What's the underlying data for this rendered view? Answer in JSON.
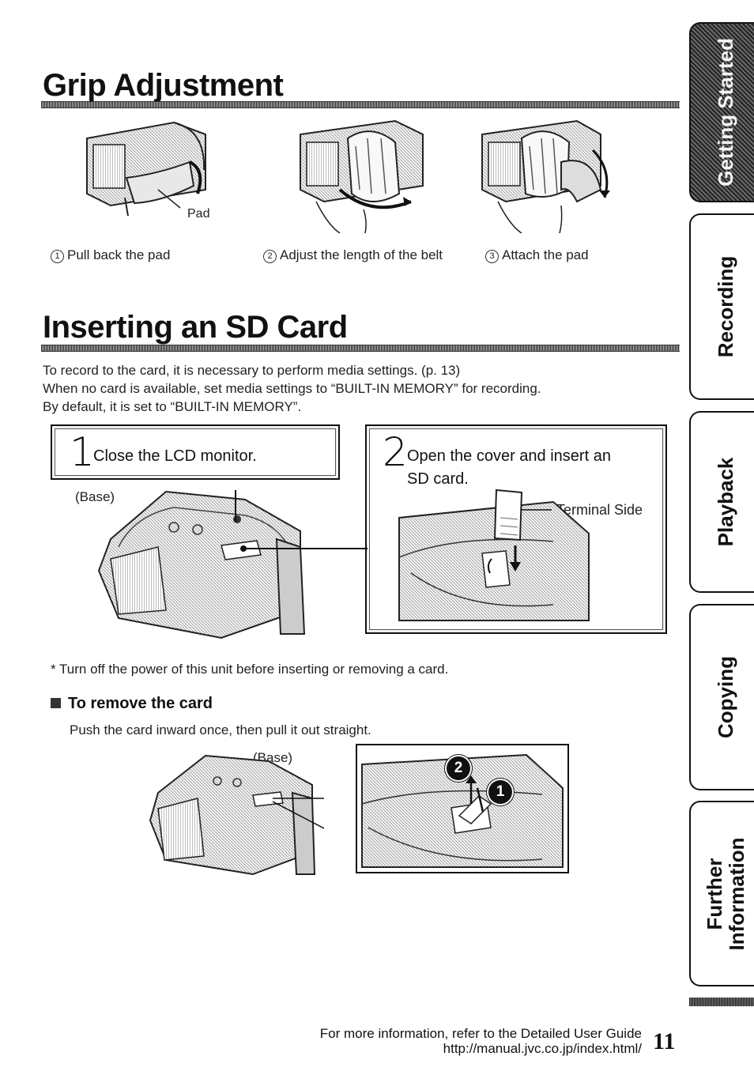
{
  "grip": {
    "title": "Grip Adjustment",
    "pad_label": "Pad",
    "steps": [
      {
        "num": "1",
        "text": "Pull back the pad"
      },
      {
        "num": "2",
        "text": "Adjust the length of the belt"
      },
      {
        "num": "3",
        "text": "Attach the pad"
      }
    ]
  },
  "sd": {
    "title": "Inserting an SD Card",
    "intro": [
      "To record to the card, it is necessary to perform media settings. (p. 13)",
      "When no card is available, set media settings to “BUILT-IN MEMORY” for recording.",
      "By default, it is set to “BUILT-IN MEMORY”."
    ],
    "step1": {
      "num": "1",
      "text": "Close the LCD monitor."
    },
    "step2": {
      "num": "2",
      "text_line1": "Open the cover and insert an",
      "text_line2": "SD card."
    },
    "base_label": "(Base)",
    "terminal_label": "Terminal Side",
    "note": "* Turn off the power of this unit before inserting or removing a card.",
    "remove": {
      "heading": "To remove the card",
      "text": "Push the card inward once, then pull it out straight.",
      "base_label": "(Base)",
      "marker1": "1",
      "marker2": "2"
    }
  },
  "tabs": [
    {
      "label": "Getting Started",
      "line1": "Getting Started",
      "line2": "",
      "active": true
    },
    {
      "label": "Recording",
      "line1": "Recording",
      "line2": "",
      "active": false
    },
    {
      "label": "Playback",
      "line1": "Playback",
      "line2": "",
      "active": false
    },
    {
      "label": "Copying",
      "line1": "Copying",
      "line2": "",
      "active": false
    },
    {
      "label": "Further Information",
      "line1": "Further",
      "line2": "Information",
      "active": false
    }
  ],
  "footer": {
    "line1": "For more information, refer to the Detailed User Guide",
    "line2": "http://manual.jvc.co.jp/index.html/",
    "page_number": "11"
  }
}
